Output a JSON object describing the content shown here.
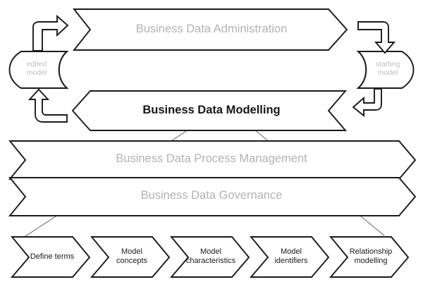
{
  "diagram": {
    "title_text_color": "#b3b3b3",
    "accent_color": "#1a1a1a",
    "bands": [
      {
        "id": "administration",
        "label": "Business Data Administration",
        "direction": "right",
        "emphasis": "faded"
      },
      {
        "id": "modelling",
        "label": "Business Data Modelling",
        "direction": "left",
        "emphasis": "dark"
      },
      {
        "id": "process-management",
        "label": "Business Data Process Management",
        "direction": "right",
        "emphasis": "faded"
      },
      {
        "id": "governance",
        "label": "Business Data Governance",
        "direction": "right",
        "emphasis": "faded"
      }
    ],
    "stores": [
      {
        "id": "edited-model",
        "label": "edited\nmodel",
        "side": "left"
      },
      {
        "id": "starting-model",
        "label": "starting\nmodel",
        "side": "right"
      }
    ],
    "loop_arrows": [
      {
        "id": "arrow-top-left",
        "description": "elbow arrow pointing up-right into administration band"
      },
      {
        "id": "arrow-top-right",
        "description": "elbow arrow pointing down into starting model store"
      },
      {
        "id": "arrow-bottom-right",
        "description": "elbow arrow pointing left into modelling band"
      },
      {
        "id": "arrow-bottom-left",
        "description": "elbow arrow pointing up into edited model store"
      }
    ],
    "steps": [
      {
        "id": "define-terms",
        "label": "Define terms"
      },
      {
        "id": "model-concepts",
        "label": "Model\nconcepts"
      },
      {
        "id": "model-characteristics",
        "label": "Model\ncharacteristics"
      },
      {
        "id": "model-identifiers",
        "label": "Model\nidentifiers"
      },
      {
        "id": "relationship-modelling",
        "label": "Relationship\nmodelling"
      }
    ],
    "connectors": [
      {
        "id": "connector-left",
        "from": "modelling",
        "to": "define-terms"
      },
      {
        "id": "connector-right",
        "from": "modelling",
        "to": "relationship-modelling"
      }
    ]
  }
}
